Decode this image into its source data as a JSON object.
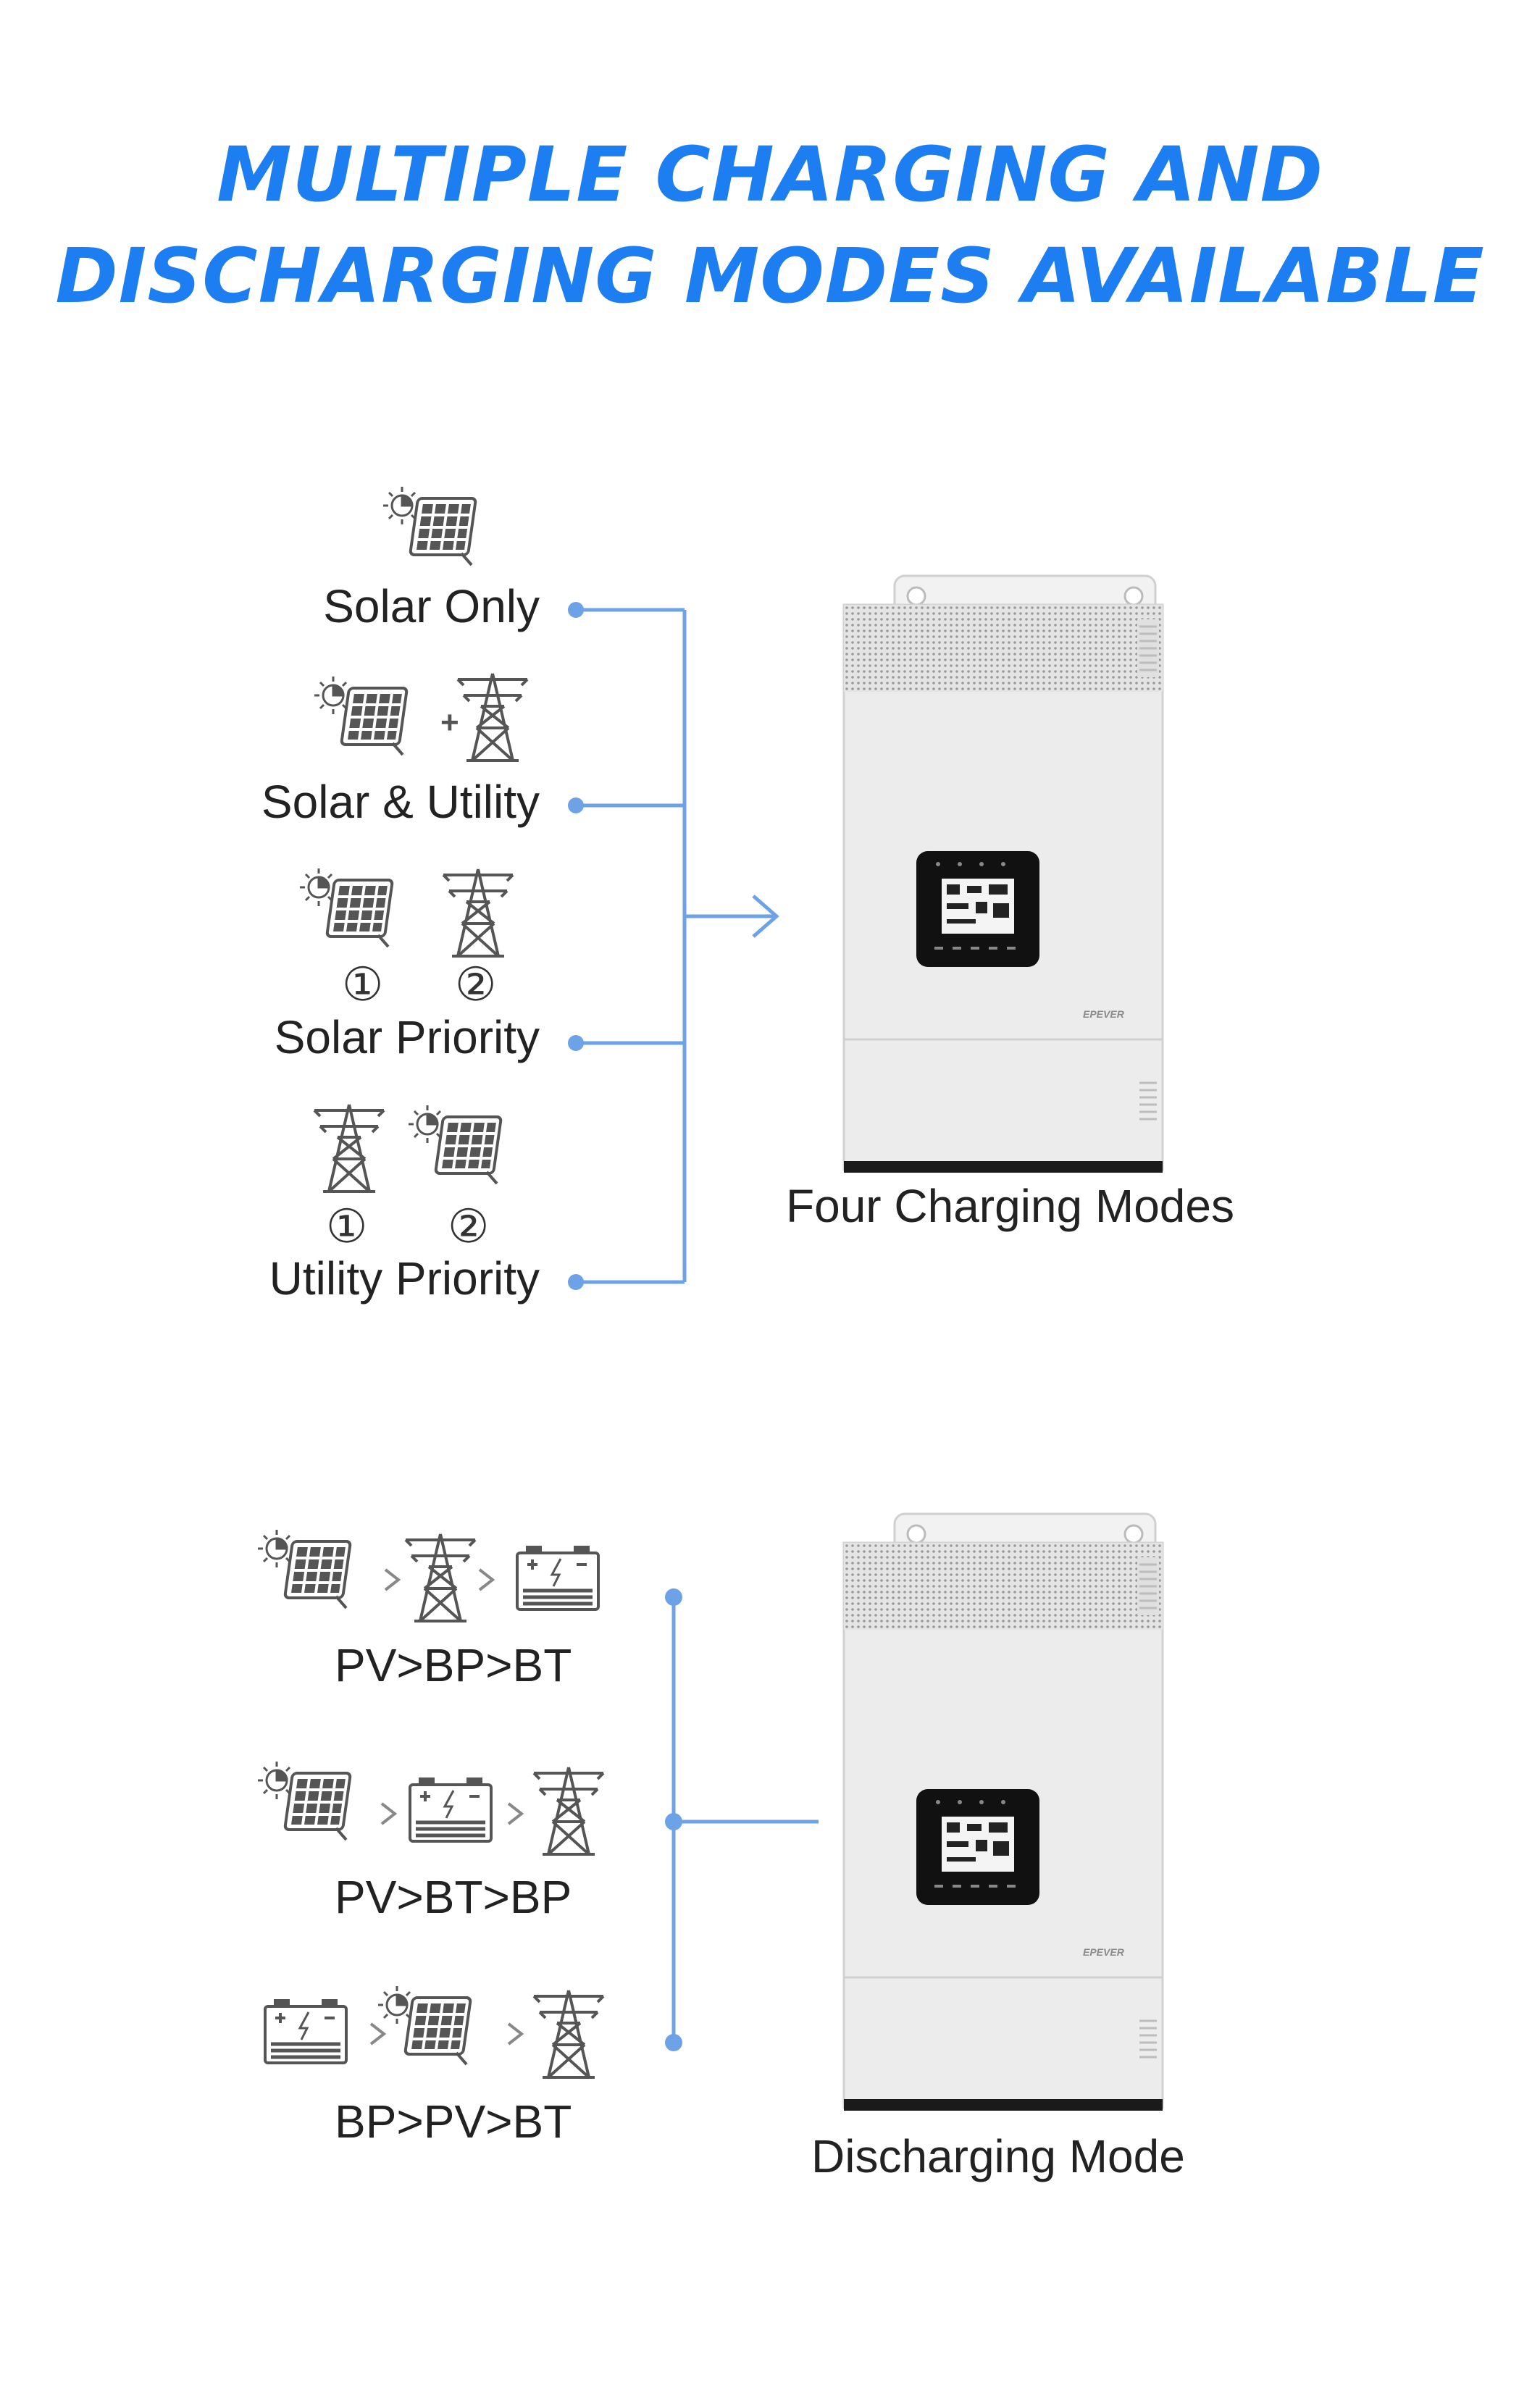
{
  "header": {
    "title_line1": "MULTIPLE CHARGING AND",
    "title_line2": "DISCHARGING MODES AVAILABLE"
  },
  "colors": {
    "title": "#1c7ef0",
    "connector": "#6ea2e6",
    "icon": "#555555",
    "device": "#ececec"
  },
  "charging": {
    "modes": [
      {
        "label": "Solar Only",
        "icons": [
          "solar-panel-icon"
        ]
      },
      {
        "label": "Solar & Utility",
        "icons": [
          "solar-panel-icon",
          "plus-icon",
          "utility-tower-icon"
        ]
      },
      {
        "label": "Solar Priority",
        "icons": [
          "solar-panel-icon",
          "utility-tower-icon"
        ],
        "order": [
          "①",
          "②"
        ]
      },
      {
        "label": "Utility Priority",
        "icons": [
          "utility-tower-icon",
          "solar-panel-icon"
        ],
        "order": [
          "①",
          "②"
        ]
      }
    ],
    "device_caption": "Four Charging Modes"
  },
  "discharging": {
    "modes": [
      {
        "label": "PV>BP>BT",
        "icons": [
          "solar-panel-icon",
          "utility-tower-icon",
          "battery-icon"
        ],
        "separator": ">"
      },
      {
        "label": "PV>BT>BP",
        "icons": [
          "solar-panel-icon",
          "battery-icon",
          "utility-tower-icon"
        ],
        "separator": ">"
      },
      {
        "label": "BP>PV>BT",
        "icons": [
          "battery-icon",
          "solar-panel-icon",
          "utility-tower-icon"
        ],
        "separator": ">"
      }
    ],
    "device_caption": "Discharging Mode"
  },
  "device": {
    "brand": "EPEVER"
  }
}
